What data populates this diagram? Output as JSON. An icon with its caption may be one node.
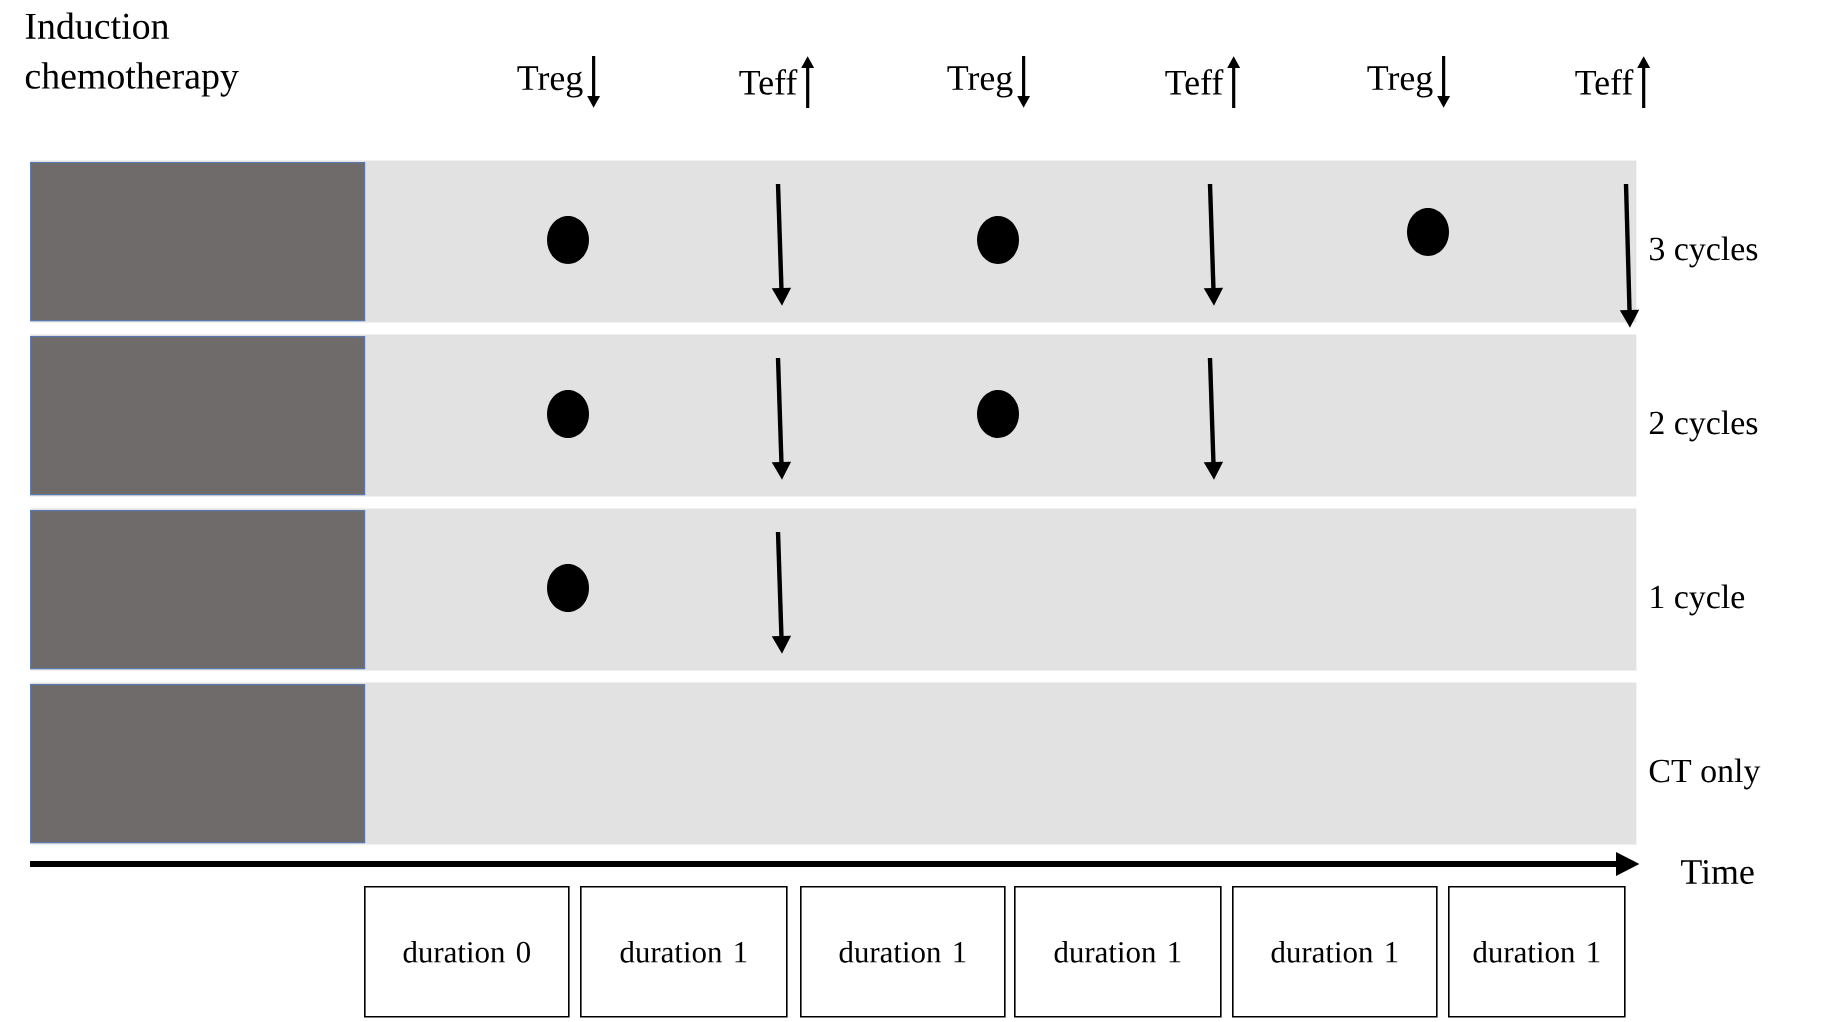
{
  "diagram": {
    "nodes": [
      {
        "text": [],
        "shape": "bar",
        "beside": [
          "3 cycles"
        ]
      },
      {
        "text": [],
        "shape": "box",
        "in": 0
      },
      {
        "text": [],
        "shape": "circle",
        "in": 0
      },
      {
        "text": [],
        "shape": "circle",
        "in": 0
      },
      {
        "text": [],
        "shape": "circle",
        "in": 0
      },
      {
        "text": [],
        "shape": "bar",
        "beside": [
          "2 cycles"
        ]
      },
      {
        "text": [],
        "shape": "box",
        "in": 5
      },
      {
        "text": [],
        "shape": "circle",
        "in": 5
      },
      {
        "text": [],
        "shape": "circle",
        "in": 5
      },
      {
        "text": [],
        "shape": "bar",
        "beside": [
          "1 cycle"
        ]
      },
      {
        "text": [],
        "shape": "box",
        "in": 9
      },
      {
        "text": [],
        "shape": "circle",
        "in": 9
      },
      {
        "text": [],
        "shape": "bar",
        "beside": [
          "CT only"
        ]
      },
      {
        "text": [],
        "shape": "box",
        "in": 12
      },
      {
        "text": [
          "duration 0"
        ]
      },
      {
        "text": [
          "duration 1"
        ]
      },
      {
        "text": [
          "duration 1"
        ]
      },
      {
        "text": [
          "duration 1"
        ]
      },
      {
        "text": [
          "duration 1"
        ]
      },
      {
        "text": [
          "duration 1"
        ]
      }
    ],
    "edges": [],
    "labels": [
      "Induction chemotherapy",
      "Treg",
      "Teff",
      "Treg",
      "Teff",
      "Treg",
      "Teff",
      "Time"
    ]
  }
}
